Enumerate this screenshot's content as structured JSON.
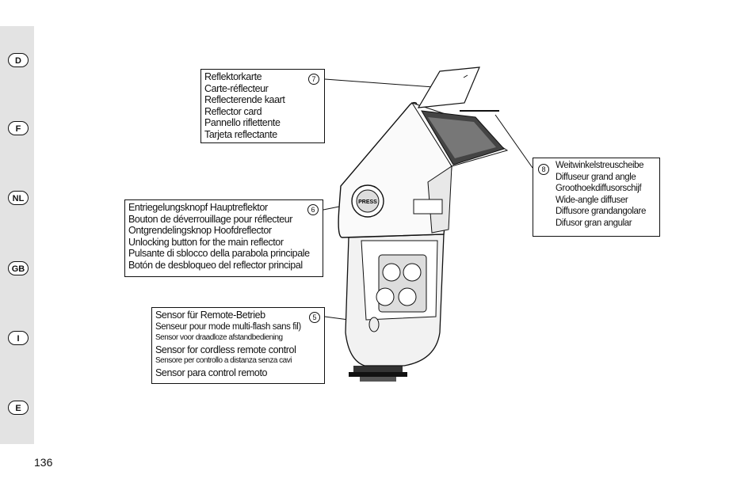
{
  "sidebar": {
    "languages": [
      "D",
      "F",
      "NL",
      "GB",
      "I",
      "E"
    ]
  },
  "page_number": "136",
  "callouts": {
    "reflector_card": {
      "number": "7",
      "lines": [
        "Reflektorkarte",
        "Carte-réflecteur",
        "Reflecterende kaart",
        "Reflector card",
        "Pannello riflettente",
        "Tarjeta reflectante"
      ]
    },
    "unlocking_button": {
      "number": "6",
      "lines": [
        "Entriegelungsknopf Hauptreflektor",
        "Bouton de déverrouillage pour réflecteur",
        "Ontgrendelingsknop Hoofdreflector",
        "Unlocking button for the main reflector",
        "Pulsante di sblocco della parabola principale",
        "Botón de desbloqueo del reflector principal"
      ]
    },
    "remote_sensor": {
      "number": "5",
      "lines": [
        "Sensor für Remote-Betrieb",
        "Senseur pour mode multi-flash sans fil)",
        "Sensor voor draadloze afstandbediening",
        "Sensor for cordless remote control",
        "Sensore per controllo a distanza senza cavi",
        "Sensor para control remoto"
      ]
    },
    "wide_angle_diffuser": {
      "number": "8",
      "lines": [
        "Weitwinkelstreuscheibe",
        "Diffuseur grand angle",
        "Groothoekdiffusorschijf",
        "Wide-angle diffuser",
        "Diffusore grandangolare",
        "Difusor gran angular"
      ]
    }
  },
  "illustration": {
    "button_text": "PRESS"
  }
}
